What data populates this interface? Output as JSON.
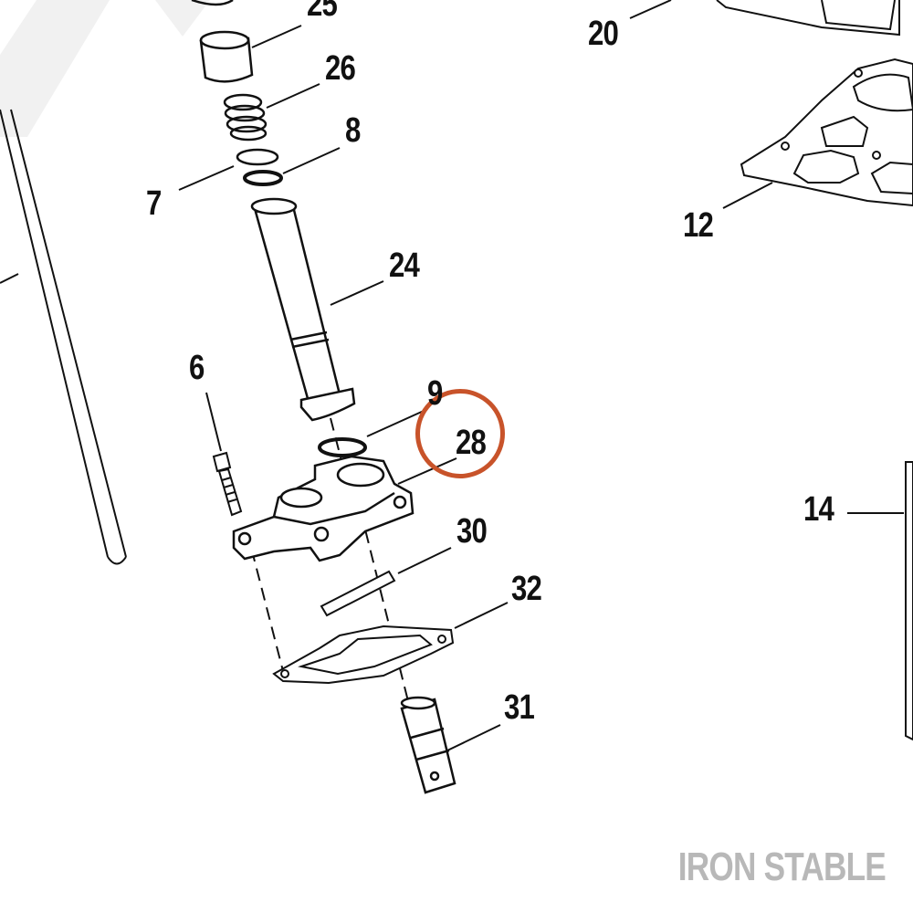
{
  "callouts": {
    "c25": "25",
    "c26": "26",
    "c8": "8",
    "c7": "7",
    "c24": "24",
    "c6": "6",
    "c9": "9",
    "c28": "28",
    "c30": "30",
    "c32": "32",
    "c31": "31",
    "c20": "20",
    "c12": "12",
    "c14": "14"
  },
  "highlighted_part": "28",
  "brand": {
    "watermark": "IRON STABLE"
  },
  "colors": {
    "highlight": "#c8532a",
    "line": "#111111",
    "watermark": "#b8b8b8"
  }
}
